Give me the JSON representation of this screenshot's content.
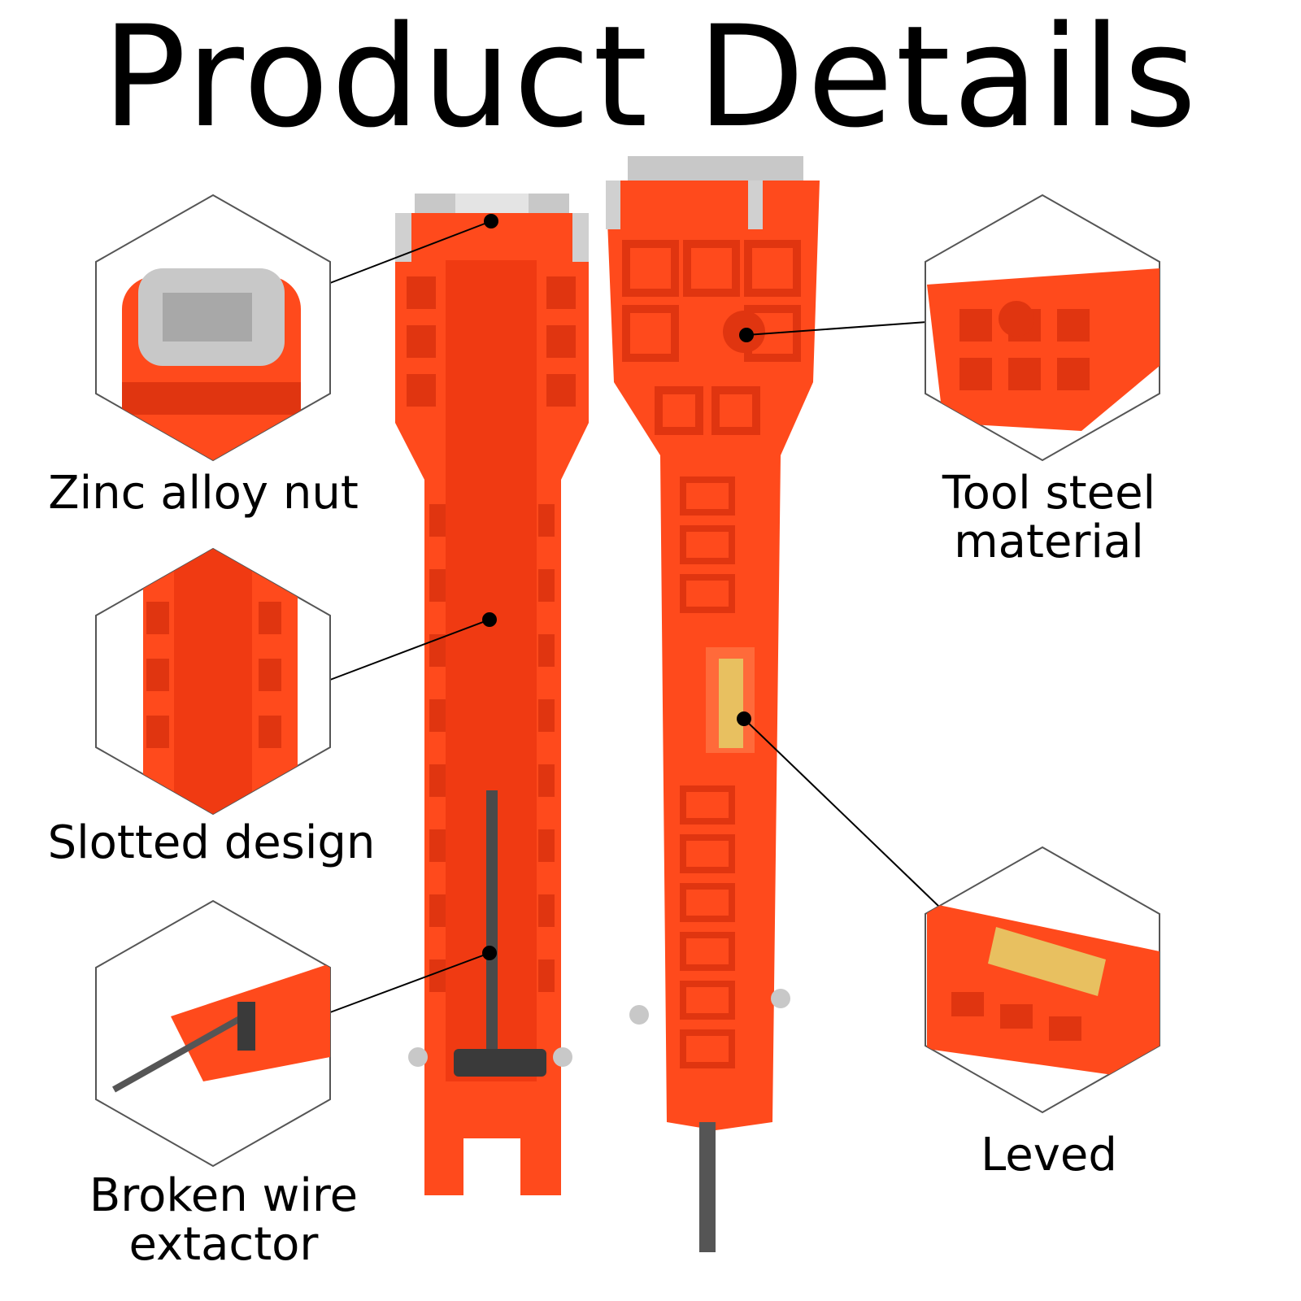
{
  "title": "Product Details",
  "labels": {
    "zinc": "Zinc alloy nut",
    "slotted": "Slotted design",
    "broken_line1": "Broken wire",
    "broken_line2": "extactor",
    "tool_line1": "Tool steel",
    "tool_line2": "material",
    "leved": "Leved"
  },
  "colors": {
    "tool_orange": "#ff4a1c",
    "tool_dark": "#e03510",
    "metal": "#c8c8c8",
    "screw": "#3a3a3a",
    "level_vial": "#e8c060"
  },
  "icons": [
    "zinc-alloy-nut-closeup",
    "slotted-design-closeup",
    "wire-extractor-closeup",
    "tool-steel-closeup",
    "bubble-level-closeup"
  ]
}
